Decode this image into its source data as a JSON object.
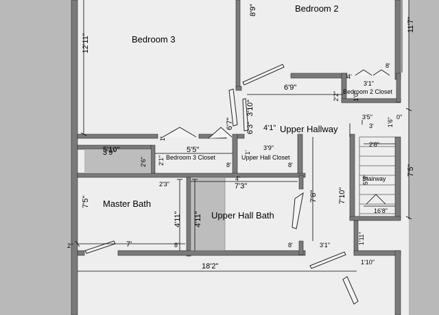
{
  "plan": {
    "rooms": {
      "bedroom3": "Bedroom 3",
      "bedroom2": "Bedroom 2",
      "upper_hallway": "Upper Hallway",
      "bedroom3_closet": "Bedroom 3 Closet",
      "upper_hall_closet": "Upper Hall Closet",
      "bedroom2_closet": "Bedroom 2 Closet",
      "master_bath": "Master Bath",
      "upper_hall_bath": "Upper Hall Bath",
      "stairway": "Stairway"
    },
    "dimensions": {
      "b3_height": "12'11\"",
      "b2_top": "8'9\"",
      "b2_right": "11'7\"",
      "hall_6_9": "6'9\"",
      "b2c_3_1": "3'1\"",
      "b2c_2_2": "2'2\"",
      "b2c_1_0": "1'0\"",
      "b2c_8": "8'",
      "door_4": "4'",
      "hall_3_10": "3'10\"",
      "hall_6_3": "6'3\"",
      "hall_6_7": "6'7\"",
      "hall_4_1": "4'1\"",
      "hall_3_5": "3'5\"",
      "hall_3": "3'",
      "hall_1_6": "1'6\"",
      "hall_0": "0\"",
      "right_7_5": "7'5\"",
      "left_3_9": "3'9\"",
      "left_5_10": "5'10\"",
      "b3c_2_6": "2'6\"",
      "b3c_5_5": "5'5\"",
      "b3c_2_1": "2'1\"",
      "b3c_8": "8'",
      "b3c_1": "1'",
      "uhc_3_9": "3'9\"",
      "uhc_8": "8'",
      "uhc_1": "1'",
      "uhc_4": "4'",
      "stair_2_8": "2'8\"",
      "stair_5_3": "5'3\"",
      "stair_16_8": "16'8\"",
      "bath_7_3": "7'3\"",
      "bath_2_3": "2'3\"",
      "bath_7_8": "7'8\"",
      "hall_7_10": "7'10\"",
      "mb_7_5": "7'5\"",
      "mb_4_11": "4'11\"",
      "uhb_4_11": "4'11\"",
      "mb_7": "7'",
      "mb_8": "8'",
      "mb_2": "2\"",
      "uhb_8": "8'",
      "hall_3_1": "3'1\"",
      "hall_1_11": "1'11\"",
      "bottom_18_2": "18'2\"",
      "bottom_1_10": "1'10\""
    }
  }
}
